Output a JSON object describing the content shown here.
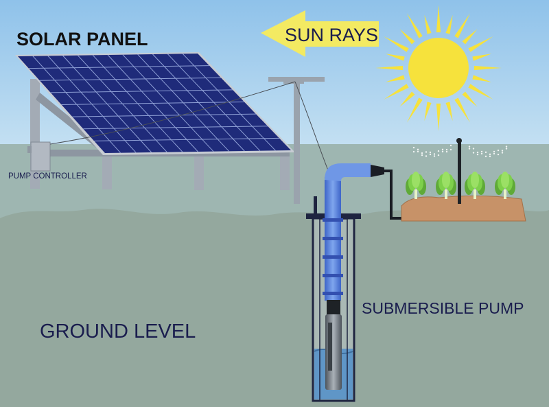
{
  "labels": {
    "solar_panel": "SOLAR PANEL",
    "sun_rays": "SUN RAYS",
    "pump_controller": "PUMP CONTROLLER",
    "ground_level": "GROUND LEVEL",
    "submersible_pump": "SUBMERSIBLE PUMP"
  },
  "colors": {
    "sky": "#9fc8e8",
    "ground": "#9fb8b3",
    "panel_cell": "#1f2b7a",
    "panel_frame": "#b9bfc9",
    "sun": "#f6e23c",
    "arrow": "#f3ea62",
    "pipe": "#5b86dd",
    "water": "#5f96c7",
    "soil": "#c79268",
    "plant": "#7ed04b",
    "text": "#1a1d4e"
  }
}
